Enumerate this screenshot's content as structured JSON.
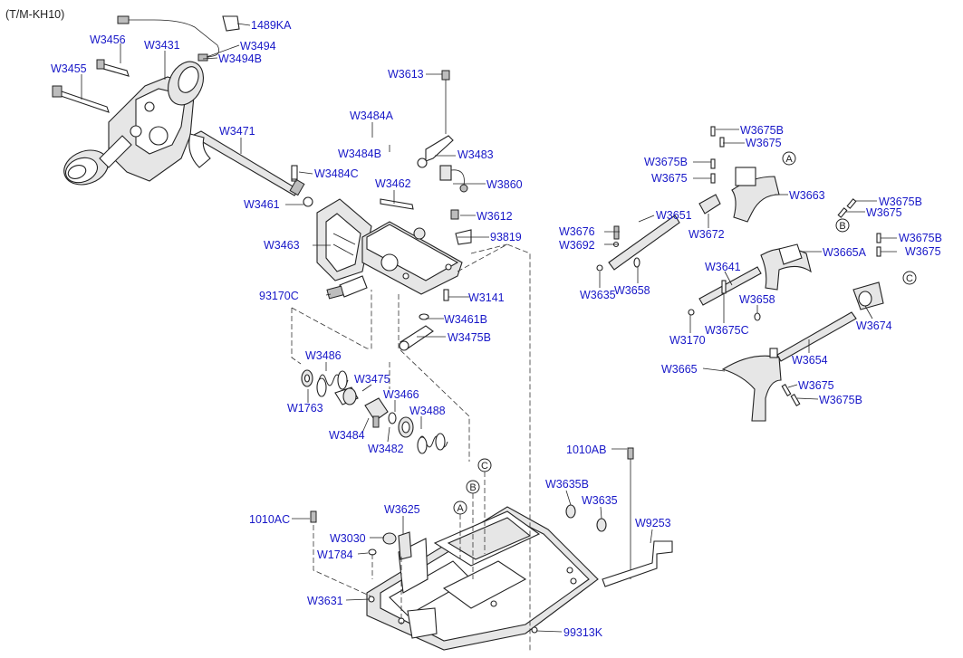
{
  "diagram": {
    "model_tag": "(T/M-KH10)",
    "parts": [
      {
        "id": "1489KA"
      },
      {
        "id": "W3456"
      },
      {
        "id": "W3431"
      },
      {
        "id": "W3494"
      },
      {
        "id": "W3494B"
      },
      {
        "id": "W3455"
      },
      {
        "id": "W3613"
      },
      {
        "id": "W3484A"
      },
      {
        "id": "W3471"
      },
      {
        "id": "W3484B"
      },
      {
        "id": "W3483"
      },
      {
        "id": "W3675B"
      },
      {
        "id": "W3675"
      },
      {
        "id": "W3484C"
      },
      {
        "id": "W3860"
      },
      {
        "id": "W3663"
      },
      {
        "id": "W3462"
      },
      {
        "id": "W3461"
      },
      {
        "id": "W3612"
      },
      {
        "id": "W3651"
      },
      {
        "id": "W3676"
      },
      {
        "id": "W3672"
      },
      {
        "id": "W3692"
      },
      {
        "id": "W3463"
      },
      {
        "id": "93819"
      },
      {
        "id": "W3665A"
      },
      {
        "id": "W3641"
      },
      {
        "id": "W3635"
      },
      {
        "id": "W3658"
      },
      {
        "id": "93170C"
      },
      {
        "id": "W3141"
      },
      {
        "id": "W3461B"
      },
      {
        "id": "W3675C"
      },
      {
        "id": "W3674"
      },
      {
        "id": "W3475B"
      },
      {
        "id": "W3170"
      },
      {
        "id": "W3486"
      },
      {
        "id": "W3654"
      },
      {
        "id": "W3475"
      },
      {
        "id": "W3665"
      },
      {
        "id": "W3466"
      },
      {
        "id": "W1763"
      },
      {
        "id": "W3488"
      },
      {
        "id": "W3484"
      },
      {
        "id": "W3482"
      },
      {
        "id": "1010AB"
      },
      {
        "id": "W3635B"
      },
      {
        "id": "W3625"
      },
      {
        "id": "1010AC"
      },
      {
        "id": "W9253"
      },
      {
        "id": "W3030"
      },
      {
        "id": "W1784"
      },
      {
        "id": "W3631"
      },
      {
        "id": "99313K"
      }
    ],
    "callouts": [
      "A",
      "B",
      "C"
    ]
  }
}
